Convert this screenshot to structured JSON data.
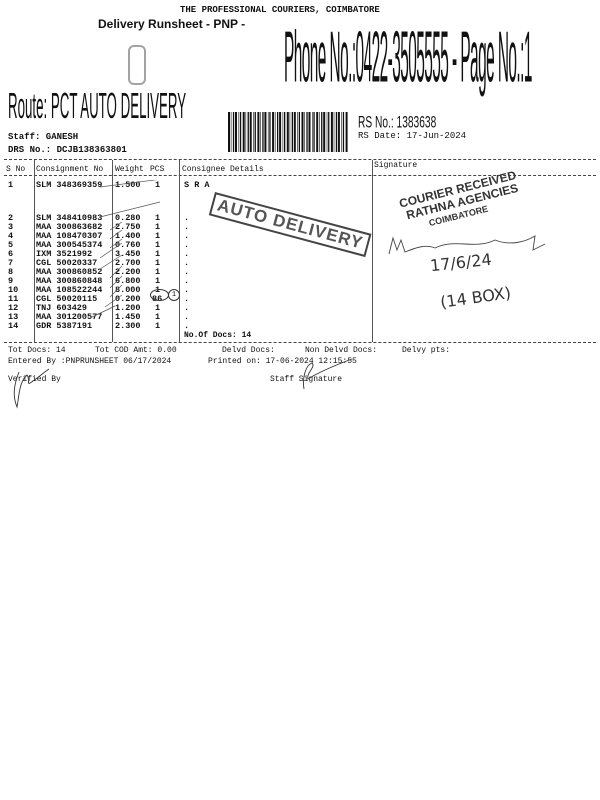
{
  "header": {
    "company": "THE PROFESSIONAL COURIERS, COIMBATORE",
    "runsheet_prefix": "Delivery Runsheet - PNP -",
    "phone_page": "Phone No.:0422-3505555 - Page No.:1",
    "route": "Route: PCT AUTO DELIVERY",
    "staff": "Staff: GANESH",
    "drs_no": "DRS No.: DCJB138363801",
    "rs_no": "RS No.: 1383638",
    "rs_date": "RS Date: 17-Jun-2024"
  },
  "table": {
    "columns": [
      "S No",
      "Consignment No",
      "Weight",
      "PCS",
      "Consignee Details",
      "Signature"
    ],
    "rows": [
      {
        "sno": "1",
        "consignment": "SLM 348369359",
        "weight": "1.500",
        "pcs": "1",
        "details": "S R A"
      },
      {
        "sno": "2",
        "consignment": "SLM 348410983",
        "weight": "0.280",
        "pcs": "1",
        "details": "."
      },
      {
        "sno": "3",
        "consignment": "MAA 300863682",
        "weight": "2.750",
        "pcs": "1",
        "details": "."
      },
      {
        "sno": "4",
        "consignment": "MAA 108470307",
        "weight": "1.400",
        "pcs": "1",
        "details": "."
      },
      {
        "sno": "5",
        "consignment": "MAA 300545374",
        "weight": "0.760",
        "pcs": "1",
        "details": "."
      },
      {
        "sno": "6",
        "consignment": "IXM 3521992",
        "weight": "3.450",
        "pcs": "1",
        "details": "."
      },
      {
        "sno": "7",
        "consignment": "CGL 50020337",
        "weight": "2.700",
        "pcs": "1",
        "details": "."
      },
      {
        "sno": "8",
        "consignment": "MAA 300860852",
        "weight": "2.200",
        "pcs": "1",
        "details": "."
      },
      {
        "sno": "9",
        "consignment": "MAA 300860848",
        "weight": "6.800",
        "pcs": "1",
        "details": "."
      },
      {
        "sno": "10",
        "consignment": "MAA 108522244",
        "weight": "8.000",
        "pcs": "1",
        "details": "."
      },
      {
        "sno": "11",
        "consignment": "CGL 50020115",
        "weight": "0.200",
        "pcs": "86",
        "details": "."
      },
      {
        "sno": "12",
        "consignment": "TNJ 603429",
        "weight": "1.200",
        "pcs": "1",
        "details": "."
      },
      {
        "sno": "13",
        "consignment": "MAA 301200577",
        "weight": "1.450",
        "pcs": "1",
        "details": "."
      },
      {
        "sno": "14",
        "consignment": "GDR 5387191",
        "weight": "2.300",
        "pcs": "1",
        "details": "."
      }
    ],
    "no_of_docs": "No.Of Docs: 14"
  },
  "footer": {
    "tot_docs": "Tot Docs:  14",
    "tot_cod": "Tot COD Amt:     0.00",
    "delvd_docs": "Delvd Docs:",
    "non_delvd_docs": "Non Delvd Docs:",
    "delvy_pts": "Delvy pts:",
    "entered_by": "Entered By :PNPRUNSHEET 06/17/2024",
    "printed_on": "Printed on: 17-06-2024 12:15:55",
    "verified_by": "Verified By",
    "staff_signature": "Staff Signature"
  },
  "stamps": {
    "auto_delivery": "AUTO DELIVERY",
    "received_line1": "COURIER RECEIVED",
    "received_line2": "RATHNA AGENCIES",
    "received_line3": "COIMBATORE"
  },
  "handwriting": {
    "date": "17/6/24",
    "boxes": "(14 BOX)",
    "circled_1": "1"
  }
}
